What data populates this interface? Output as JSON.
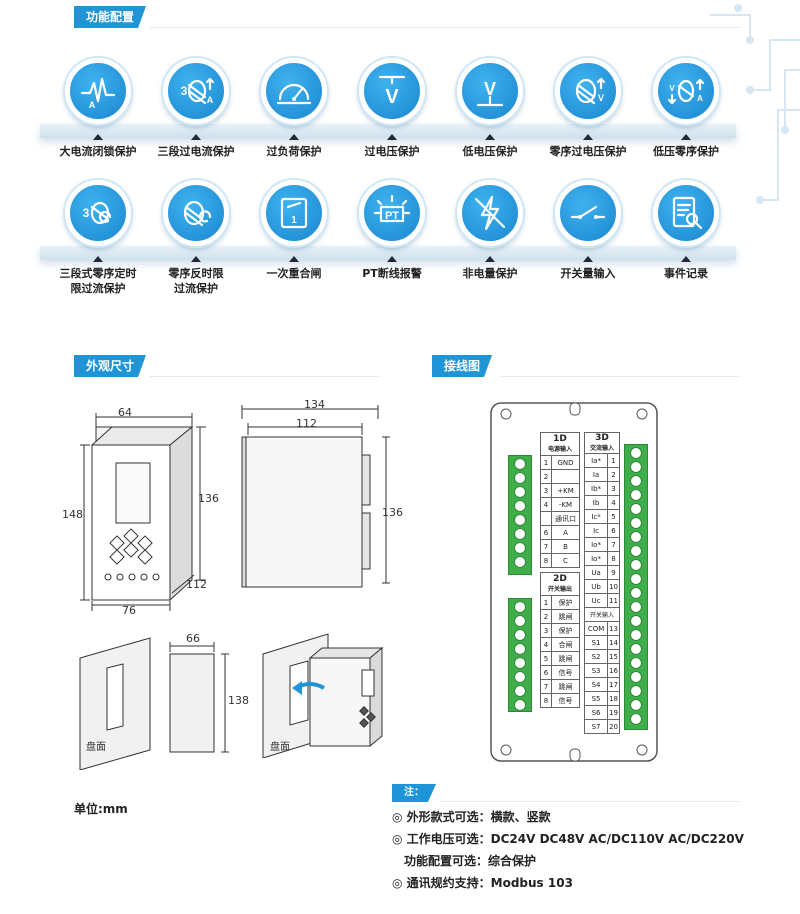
{
  "sections": {
    "features_title": "功能配置",
    "dimensions_title": "外观尺寸",
    "wiring_title": "接线图"
  },
  "features_row1": [
    {
      "icon": "surge-current-icon",
      "label": "大电流闭锁保护"
    },
    {
      "icon": "three-stage-overcurrent-icon",
      "label": "三段过电流保护"
    },
    {
      "icon": "gauge-icon",
      "label": "过负荷保护"
    },
    {
      "icon": "overvoltage-icon",
      "label": "过电压保护"
    },
    {
      "icon": "undervoltage-icon",
      "label": "低电压保护"
    },
    {
      "icon": "zero-sequence-overvoltage-icon",
      "label": "零序过电压保护"
    },
    {
      "icon": "low-voltage-zero-sequence-icon",
      "label": "低压零序保护"
    }
  ],
  "features_row2": [
    {
      "icon": "three-stage-zero-sequence-icon",
      "label1": "三段式零序定时",
      "label2": "限过流保护"
    },
    {
      "icon": "zero-sequence-inverse-icon",
      "label1": "零序反时限",
      "label2": "过流保护"
    },
    {
      "icon": "reclose-icon",
      "label1": "一次重合闸",
      "label2": ""
    },
    {
      "icon": "pt-alarm-icon",
      "label1": "PT断线报警",
      "label2": ""
    },
    {
      "icon": "non-electric-icon",
      "label1": "非电量保护",
      "label2": ""
    },
    {
      "icon": "switch-input-icon",
      "label1": "开关量输入",
      "label2": ""
    },
    {
      "icon": "event-record-icon",
      "label1": "事件记录",
      "label2": ""
    }
  ],
  "icon_text": {
    "a": "A",
    "three": "3",
    "v": "V",
    "pt": "PT",
    "one": "1"
  },
  "dimensions": {
    "front_width": "64",
    "front_height_outer": "148",
    "front_height_inner": "136",
    "front_depth": "112",
    "front_base": "76",
    "side_total": "134",
    "side_body": "112",
    "side_height": "136",
    "cutout_width": "66",
    "cutout_height": "138",
    "panel_label_1": "盘面",
    "panel_label_2": "盘面",
    "unit": "单位:mm"
  },
  "wiring": {
    "block_1d": "1D",
    "block_1d_sub": "电源输入",
    "rows_1d": [
      {
        "n": "1",
        "t": "GND"
      },
      {
        "n": "2",
        "t": ""
      },
      {
        "n": "3",
        "t": "+KM"
      },
      {
        "n": "4",
        "t": "-KM"
      },
      {
        "n": "",
        "t": "通讯口"
      },
      {
        "n": "6",
        "t": "A"
      },
      {
        "n": "7",
        "t": "B"
      },
      {
        "n": "8",
        "t": "C"
      }
    ],
    "block_2d": "2D",
    "block_2d_sub": "开关输出",
    "rows_2d": [
      {
        "n": "1",
        "t": "保护"
      },
      {
        "n": "2",
        "t": "跳闸"
      },
      {
        "n": "3",
        "t": "保护"
      },
      {
        "n": "4",
        "t": "合闸"
      },
      {
        "n": "5",
        "t": "跳闸"
      },
      {
        "n": "6",
        "t": "信号"
      },
      {
        "n": "7",
        "t": "跳闸"
      },
      {
        "n": "8",
        "t": "信号"
      }
    ],
    "block_3d": "3D",
    "block_3d_sub": "交流输入",
    "rows_3d": [
      {
        "t": "Ia*",
        "n": "1"
      },
      {
        "t": "Ia",
        "n": "2"
      },
      {
        "t": "Ib*",
        "n": "3"
      },
      {
        "t": "Ib",
        "n": "4"
      },
      {
        "t": "Ic*",
        "n": "5"
      },
      {
        "t": "Ic",
        "n": "6"
      },
      {
        "t": "Io*",
        "n": "7"
      },
      {
        "t": "Io*",
        "n": "8"
      },
      {
        "t": "Ua",
        "n": "9"
      },
      {
        "t": "Ub",
        "n": "10"
      },
      {
        "t": "Uc",
        "n": "11"
      }
    ],
    "switch_input": "开关输入",
    "rows_sw": [
      {
        "t": "COM",
        "n": "13"
      },
      {
        "t": "S1",
        "n": "14"
      },
      {
        "t": "S2",
        "n": "15"
      },
      {
        "t": "S3",
        "n": "16"
      },
      {
        "t": "S4",
        "n": "17"
      },
      {
        "t": "S5",
        "n": "18"
      },
      {
        "t": "S6",
        "n": "19"
      },
      {
        "t": "S7",
        "n": "20"
      }
    ]
  },
  "notes": {
    "title": "注：",
    "line1": "◎ 外形款式可选：横款、竖款",
    "line2": "◎ 工作电压可选：DC24V   DC48V   AC/DC110V   AC/DC220V",
    "line3": "功能配置可选：综合保护",
    "line4": "◎ 通讯规约支持：Modbus   103"
  },
  "colors": {
    "accent": "#1f95d8",
    "terminal_green": "#3fae4a"
  }
}
